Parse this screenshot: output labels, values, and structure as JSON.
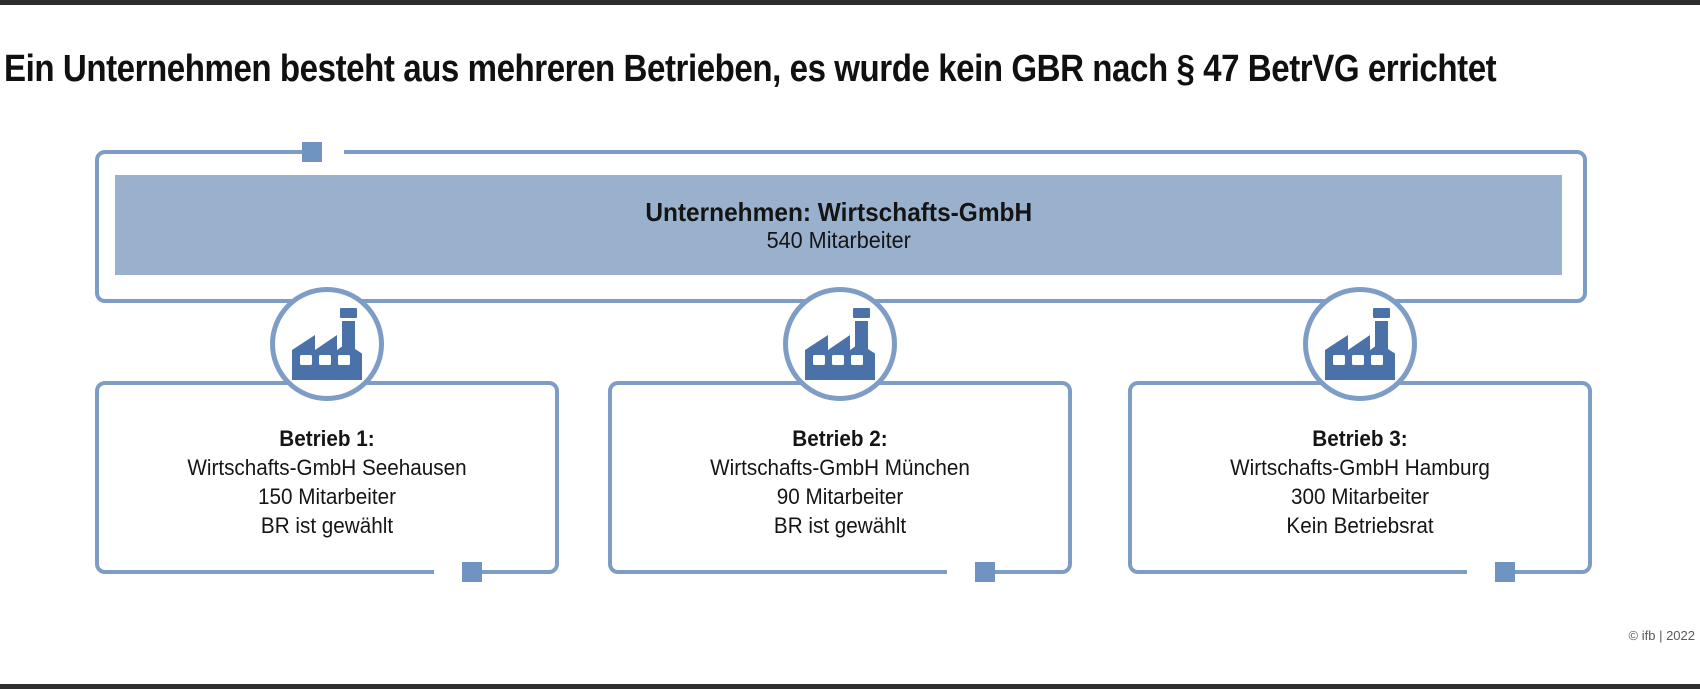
{
  "title": "Ein Unternehmen besteht aus mehreren Betrieben, es wurde kein GBR nach § 47 BetrVG errichtet",
  "company": {
    "name_line": "Unternehmen: Wirtschafts-GmbH",
    "employees_line": "540 Mitarbeiter"
  },
  "sites": [
    {
      "title": "Betrieb 1:",
      "name": "Wirtschafts-GmbH Seehausen",
      "employees": "150 Mitarbeiter",
      "council": "BR ist gewählt"
    },
    {
      "title": "Betrieb 2:",
      "name": "Wirtschafts-GmbH München",
      "employees": "90 Mitarbeiter",
      "council": "BR ist gewählt"
    },
    {
      "title": "Betrieb 3:",
      "name": "Wirtschafts-GmbH Hamburg",
      "employees": "300 Mitarbeiter",
      "council": "Kein Betriebsrat"
    }
  ],
  "footer": {
    "credit": "© ifb | 2022"
  },
  "icons": {
    "site": "factory-icon"
  },
  "colors": {
    "line_blue": "#7E9DC6",
    "marker_blue": "#6F94C1",
    "bar_fill_blue": "#9AB1CE",
    "icon_dark_blue": "#4A72A8",
    "text": "#141414",
    "frame_bar": "#2e2e2e",
    "footer_text": "#595959"
  }
}
